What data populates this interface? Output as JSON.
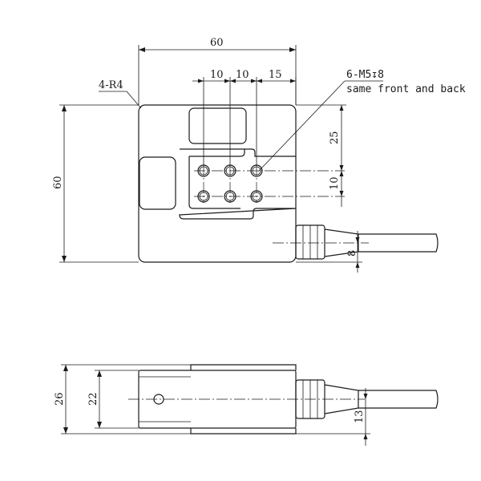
{
  "top_view": {
    "width_dim": "60",
    "height_dim": "60",
    "corner_note": "4-R4",
    "hole_pitch_1": "10",
    "hole_pitch_2": "10",
    "hole_offset": "15",
    "vertical_offset": "25",
    "row_pitch": "10",
    "cable_offset": "8",
    "thread_note": "6-M5↧8",
    "thread_note_sub": "same front and back"
  },
  "side_view": {
    "total_height_dim": "26",
    "body_height_dim": "22",
    "cable_offset": "13"
  }
}
